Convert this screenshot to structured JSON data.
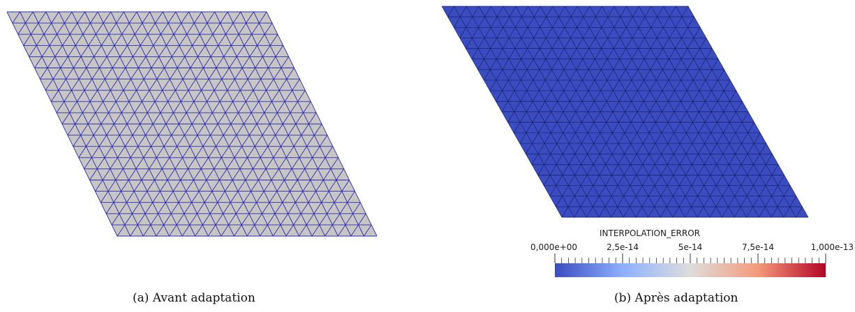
{
  "panel_a": {
    "caption": "(a) Avant adaptation",
    "fill_color": "#c8c6c4",
    "edge_color": "#2b2bb0"
  },
  "panel_b": {
    "caption": "(b) Après adaptation",
    "fill_color": "#3b4cc0",
    "edge_color": "#14206b",
    "colorbar": {
      "title": "INTERPOLATION_ERROR",
      "tick_labels": [
        "0,000e+00",
        "2,5e-14",
        "5e-14",
        "7,5e-14",
        "1,000e-13"
      ],
      "range": [
        0,
        1e-13
      ],
      "colormap": [
        "#3b4cc0",
        "#8db0fe",
        "#dddddd",
        "#f49a7b",
        "#b40426"
      ]
    }
  }
}
